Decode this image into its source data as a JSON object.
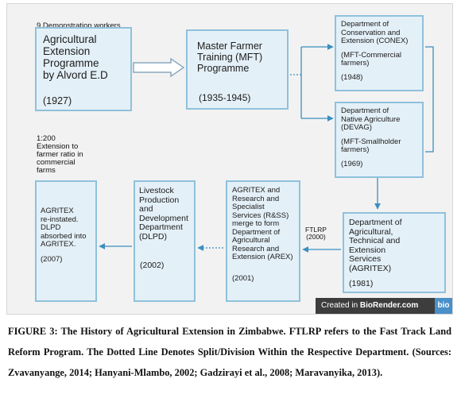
{
  "diagram": {
    "alvord": {
      "title": "Agricultural\nExtension\nProgramme\nby Alvord E.D",
      "year": "(1927)"
    },
    "mft": {
      "title": "Master Farmer\nTraining (MFT)\nProgramme",
      "year": "(1935-1945)"
    },
    "conex": {
      "title": "Department of\nConservation and\nExtension (CONEX)",
      "sub": "(MFT-Commercial\nfarmers)",
      "year": "(1948)"
    },
    "devag": {
      "title": "Department of\nNative Agriculture\n(DEVAG)",
      "sub": "(MFT-Smallholder\nfarmers)",
      "year": "(1969)"
    },
    "agritex81": {
      "title": "Department of\nAgricultural,\nTechnical and\nExtension\nServices\n(AGRITEX)",
      "year": "(1981)"
    },
    "arex": {
      "title": "AGRITEX and\nResearch and\nSpecialist\nServices (R&SS)\nmerge to form\nDepartment of\nAgricultural\nResearch and\nExtension (AREX)",
      "year": "(2001)"
    },
    "dlpd": {
      "title": "Livestock\nProduction\nand\nDevelopment\nDepartment\n(DLPD)",
      "year": "(2002)"
    },
    "agritex07": {
      "title": "AGRITEX\nre-instated.\nDLPD\nabsorbed into\nAGRITEX.",
      "year": "(2007)"
    },
    "notes": {
      "demo": "9 Demonstration workers",
      "ratio": "1:200\nExtension to\nfarmer ratio in\ncommercial\nfarms",
      "ftlrp": "FTLRP\n(2000)"
    },
    "badge": {
      "prefix": "Created in ",
      "brand": "BioRender.com",
      "logo": "bio"
    }
  },
  "caption": "FIGURE 3: The History of Agricultural Extension in Zimbabwe. FTLRP refers to the Fast Track Land Reform Program. The Dotted Line Denotes Split/Division Within the Respective Department. (Sources: Zvavanyange, 2014; Hanyani-Mlambo, 2002; Gadzirayi et al., 2008; Maravanyika, 2013).",
  "colors": {
    "box_fill": "#e4f0f7",
    "box_border": "#8fc1dc",
    "connector": "#3a8fbf",
    "background": "#f2f2f2"
  }
}
